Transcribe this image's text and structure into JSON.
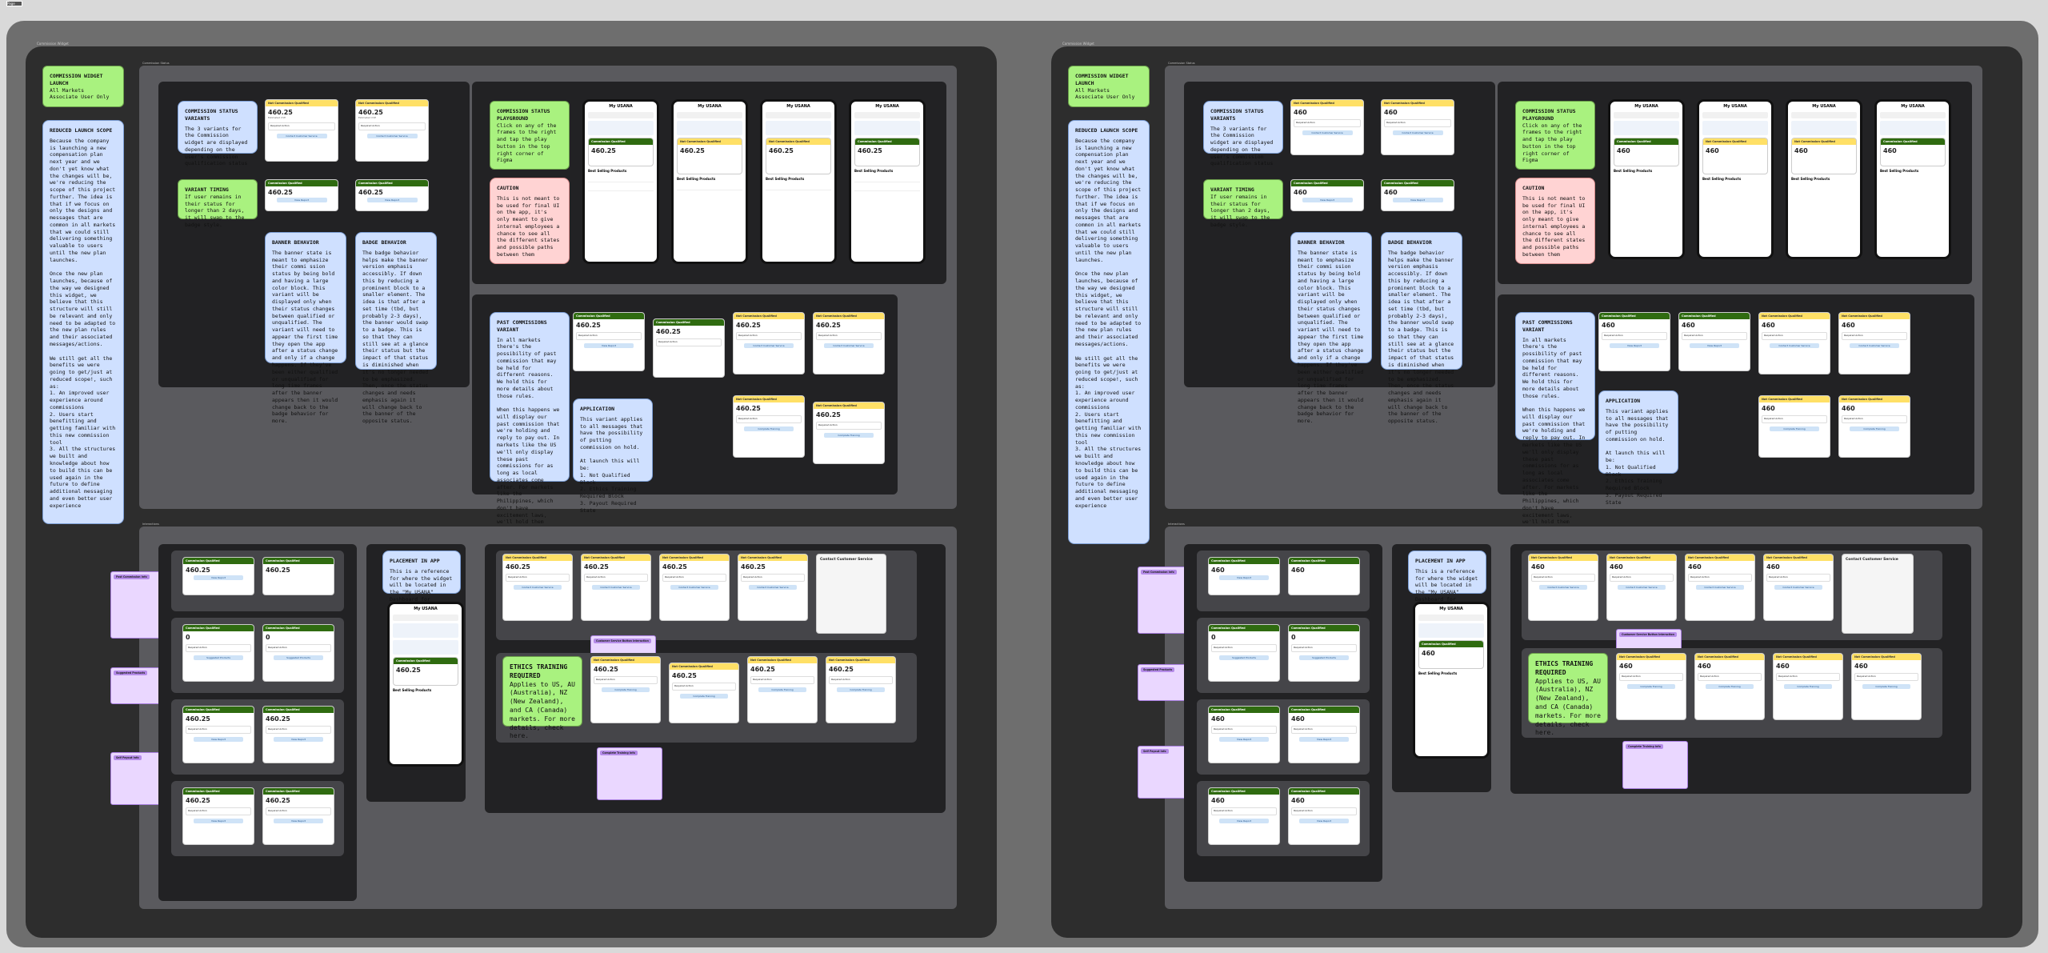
{
  "canvas_tag": "Page",
  "boards": [
    {
      "label": "Commission Widget"
    },
    {
      "label": "Commission Widget"
    }
  ],
  "intro": {
    "title": "COMMISSION WIDGET LAUNCH",
    "lines": [
      "All Markets",
      "Associate User Only"
    ]
  },
  "scope": {
    "title": "REDUCED LAUNCH SCOPE",
    "body": "Because the company is launching a new compensation plan next year and we don't yet know what the changes will be, we're reducing the scope of this project further. The idea is that if we focus on only the designs and messages that are common in all markets that we could still delivering something valuable to users until the new plan launches.\n\nOnce the new plan launches, because of the way we designed this widget, we believe that this structure will still be relevant and only need to be adapted to the new plan rules and their associated messages/actions.\n\nWe still get all the benefits we were going to get/just at reduced scope!, such as:\n1. An improved user experience around commissions\n2. Users start benefitting and getting familiar with this new commission tool\n3. All the structures we built and knowledge about how to build this can be used again in the future to define additional messaging and even better user experience"
  },
  "variants_note": {
    "title": "COMMISSION STATUS VARIANTS",
    "body": "The 3 variants for the Commission widget are displayed depending on the user's commission qualification status"
  },
  "timing_note": {
    "title": "VARIANT TIMING",
    "body": "If user remains in their status for longer than 2 days, it will swap to the badge style."
  },
  "banner_note": {
    "title": "BANNER BEHAVIOR",
    "body": "The banner state is meant to emphasize their commi ssion status by being bold and having a large color block. This variant will be displayed only when their status changes between qualified or unqualified. The variant will need to appear the first time they open the app after a status change and only if a change happens. If they've been either qualified or unqualified for long time frames after the banner appears then it would change back to the badge behavior for more."
  },
  "badge_note": {
    "title": "BADGE BEHAVIOR",
    "body": "The badge behavior helps make the banner version emphasis accessibly. If down this by reducing a prominent block to a smaller element. The idea is that after a set time (tbd, but probably 2-3 days), the banner would swap to a badge. This is so that they can still see at a glance their status but the impact of that status is diminished when it's no longer needed to be emphasized. Then, once the status changes and needs emphasis again it will change back to the banner of the opposite status."
  },
  "playground_note": {
    "title": "COMMISSION STATUS PLAYGROUND",
    "body": "Click on any of the frames to the right and tap the play button in the top right corner of Figma"
  },
  "caution_note": {
    "title": "CAUTION",
    "body": "This is not meant to be used for final UI on the app, it's only meant to give internal employees a chance to see all the different states and possible paths between them"
  },
  "past_note": {
    "title": "PAST COMMISSIONS VARIANT",
    "body": "In all markets there's the possibility of past commission that may be held for different reasons. We hold this for more details about those rules.\n\nWhen this happens we will display our past commission that we're holding and reply to pay out. In markets like the US we'll only display these past commissions for as long as local associates come after. For markets like the Philippines, which don't have excitement laws, we'll hold them indefinitely. They can continue to grow in size but longer they're on hold for."
  },
  "application_note": {
    "title": "APPLICATION",
    "body": "This variant applies to all messages that have the possibility of putting commission on hold.\n\nAt launch this will be:\n1. Not Qualified Block\n2. Ethics Training Required Block\n3. Payout Required State"
  },
  "placement_note": {
    "title": "PLACEMENT IN APP",
    "body": "This is a reference for where the widget will be located in the \"My USANA\" Dashboard for Associates"
  },
  "ethics_note": {
    "title": "ETHICS TRAINING REQUIRED",
    "body": "Applies to US, AU (Australia), NZ (New Zealand), and CA (Canada) markets. For more details, check here."
  },
  "widget": {
    "amount_a": "460.25",
    "amount_b": "460",
    "status_yellow": "Not Commission Qualified",
    "status_green": "Commission Qualified",
    "sub": "Estimated CVP",
    "required": "Required Action",
    "btn_service": "Contact Customer Service",
    "btn_report": "View Report",
    "btn_training": "Complete Training",
    "btn_suggested": "Suggested Products",
    "zero": "0"
  },
  "phone": {
    "title": "My USANA",
    "best_selling": "Best Selling Products",
    "contact_title": "Contact Customer Service"
  },
  "notes": {
    "past_commission_info": "Past Commission Info",
    "suggested_products": "Suggested Products",
    "self_payout": "Self Payout Info",
    "service_button": "Customer Service Button Interaction",
    "complete_training": "Complete Training Info"
  }
}
